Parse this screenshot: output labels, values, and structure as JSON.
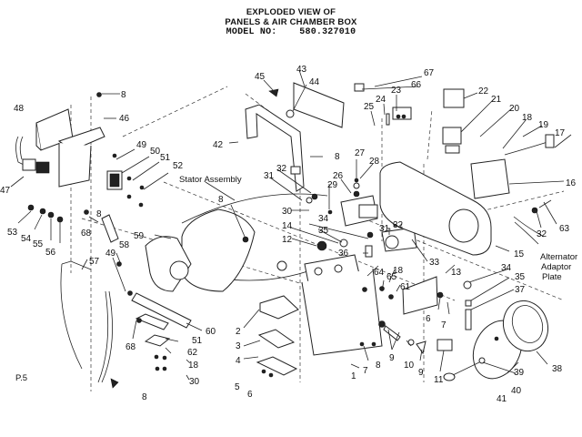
{
  "diagram": {
    "title_line1": "EXPLODED VIEW OF",
    "title_line2": "PANELS & AIR CHAMBER BOX",
    "model_label": "MODEL NO:",
    "model_number": "580.327010",
    "page_mark": "P.5",
    "captions": {
      "stator": "Stator Assembly",
      "alternator_1": "Alternator",
      "alternator_2": "Adaptor",
      "alternator_3": "Plate"
    },
    "part_labels": [
      {
        "id": "p8a",
        "text": "8"
      },
      {
        "id": "p48",
        "text": "48"
      },
      {
        "id": "p46a",
        "text": "46"
      },
      {
        "id": "p49a",
        "text": "49"
      },
      {
        "id": "p50",
        "text": "50"
      },
      {
        "id": "p51a",
        "text": "51"
      },
      {
        "id": "p52",
        "text": "52"
      },
      {
        "id": "p47",
        "text": "47"
      },
      {
        "id": "p53",
        "text": "53"
      },
      {
        "id": "p54",
        "text": "54"
      },
      {
        "id": "p55",
        "text": "55"
      },
      {
        "id": "p56",
        "text": "56"
      },
      {
        "id": "p8b",
        "text": "8"
      },
      {
        "id": "p68a",
        "text": "68"
      },
      {
        "id": "p57",
        "text": "57"
      },
      {
        "id": "p59",
        "text": "59"
      },
      {
        "id": "p58",
        "text": "58"
      },
      {
        "id": "p49b",
        "text": "49"
      },
      {
        "id": "p68b",
        "text": "68"
      },
      {
        "id": "p60",
        "text": "60"
      },
      {
        "id": "p51b",
        "text": "51"
      },
      {
        "id": "p62",
        "text": "62"
      },
      {
        "id": "p18a",
        "text": "18"
      },
      {
        "id": "p30a",
        "text": "30"
      },
      {
        "id": "p8c",
        "text": "8"
      },
      {
        "id": "p45",
        "text": "45"
      },
      {
        "id": "p43",
        "text": "43"
      },
      {
        "id": "p44",
        "text": "44"
      },
      {
        "id": "p42",
        "text": "42"
      },
      {
        "id": "p8d",
        "text": "8"
      },
      {
        "id": "p32a",
        "text": "32"
      },
      {
        "id": "p31a",
        "text": "31"
      },
      {
        "id": "p8e",
        "text": "8"
      },
      {
        "id": "p30b",
        "text": "30"
      },
      {
        "id": "p29",
        "text": "29"
      },
      {
        "id": "p26a",
        "text": "26"
      },
      {
        "id": "p27",
        "text": "27"
      },
      {
        "id": "p28",
        "text": "28"
      },
      {
        "id": "p34a",
        "text": "34"
      },
      {
        "id": "p14",
        "text": "14"
      },
      {
        "id": "p35a",
        "text": "35"
      },
      {
        "id": "p12",
        "text": "12"
      },
      {
        "id": "p36",
        "text": "36"
      },
      {
        "id": "p31b",
        "text": "31"
      },
      {
        "id": "p32b",
        "text": "32"
      },
      {
        "id": "p33",
        "text": "33"
      },
      {
        "id": "p67",
        "text": "67"
      },
      {
        "id": "p66",
        "text": "66"
      },
      {
        "id": "p23",
        "text": "23"
      },
      {
        "id": "p24",
        "text": "24"
      },
      {
        "id": "p25",
        "text": "25"
      },
      {
        "id": "p22",
        "text": "22"
      },
      {
        "id": "p21",
        "text": "21"
      },
      {
        "id": "p20",
        "text": "20"
      },
      {
        "id": "p18b",
        "text": "18"
      },
      {
        "id": "p19",
        "text": "19"
      },
      {
        "id": "p17",
        "text": "17"
      },
      {
        "id": "p16",
        "text": "16"
      },
      {
        "id": "p63",
        "text": "63"
      },
      {
        "id": "p32c",
        "text": "32"
      },
      {
        "id": "p15",
        "text": "15"
      },
      {
        "id": "p13",
        "text": "13"
      },
      {
        "id": "p64",
        "text": "64"
      },
      {
        "id": "p65",
        "text": "65"
      },
      {
        "id": "p18c",
        "text": "18"
      },
      {
        "id": "p61",
        "text": "61"
      },
      {
        "id": "p6a",
        "text": "6"
      },
      {
        "id": "p7a",
        "text": "7"
      },
      {
        "id": "p34b",
        "text": "34"
      },
      {
        "id": "p35b",
        "text": "35"
      },
      {
        "id": "p37",
        "text": "37"
      },
      {
        "id": "p2",
        "text": "2"
      },
      {
        "id": "p3",
        "text": "3"
      },
      {
        "id": "p4",
        "text": "4"
      },
      {
        "id": "p5",
        "text": "5"
      },
      {
        "id": "p6b",
        "text": "6"
      },
      {
        "id": "p1",
        "text": "1"
      },
      {
        "id": "p7b",
        "text": "7"
      },
      {
        "id": "p8f",
        "text": "8"
      },
      {
        "id": "p9a",
        "text": "9"
      },
      {
        "id": "p10",
        "text": "10"
      },
      {
        "id": "p9b",
        "text": "9"
      },
      {
        "id": "p11",
        "text": "11"
      },
      {
        "id": "p38",
        "text": "38"
      },
      {
        "id": "p39",
        "text": "39"
      },
      {
        "id": "p40",
        "text": "40"
      },
      {
        "id": "p41",
        "text": "41"
      }
    ]
  }
}
